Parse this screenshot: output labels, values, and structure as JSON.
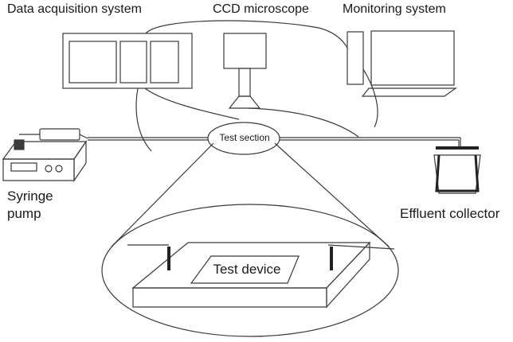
{
  "labels": {
    "daq": "Data acquisition system",
    "ccd": "CCD microscope",
    "monitor": "Monitoring system",
    "test_section": "Test section",
    "syringe_line1": "Syringe",
    "syringe_line2": "pump",
    "effluent": "Effluent collector",
    "test_device": "Test device"
  },
  "colors": {
    "stroke": "#3a3a3a",
    "text": "#1a1a1a",
    "background": "#ffffff"
  }
}
